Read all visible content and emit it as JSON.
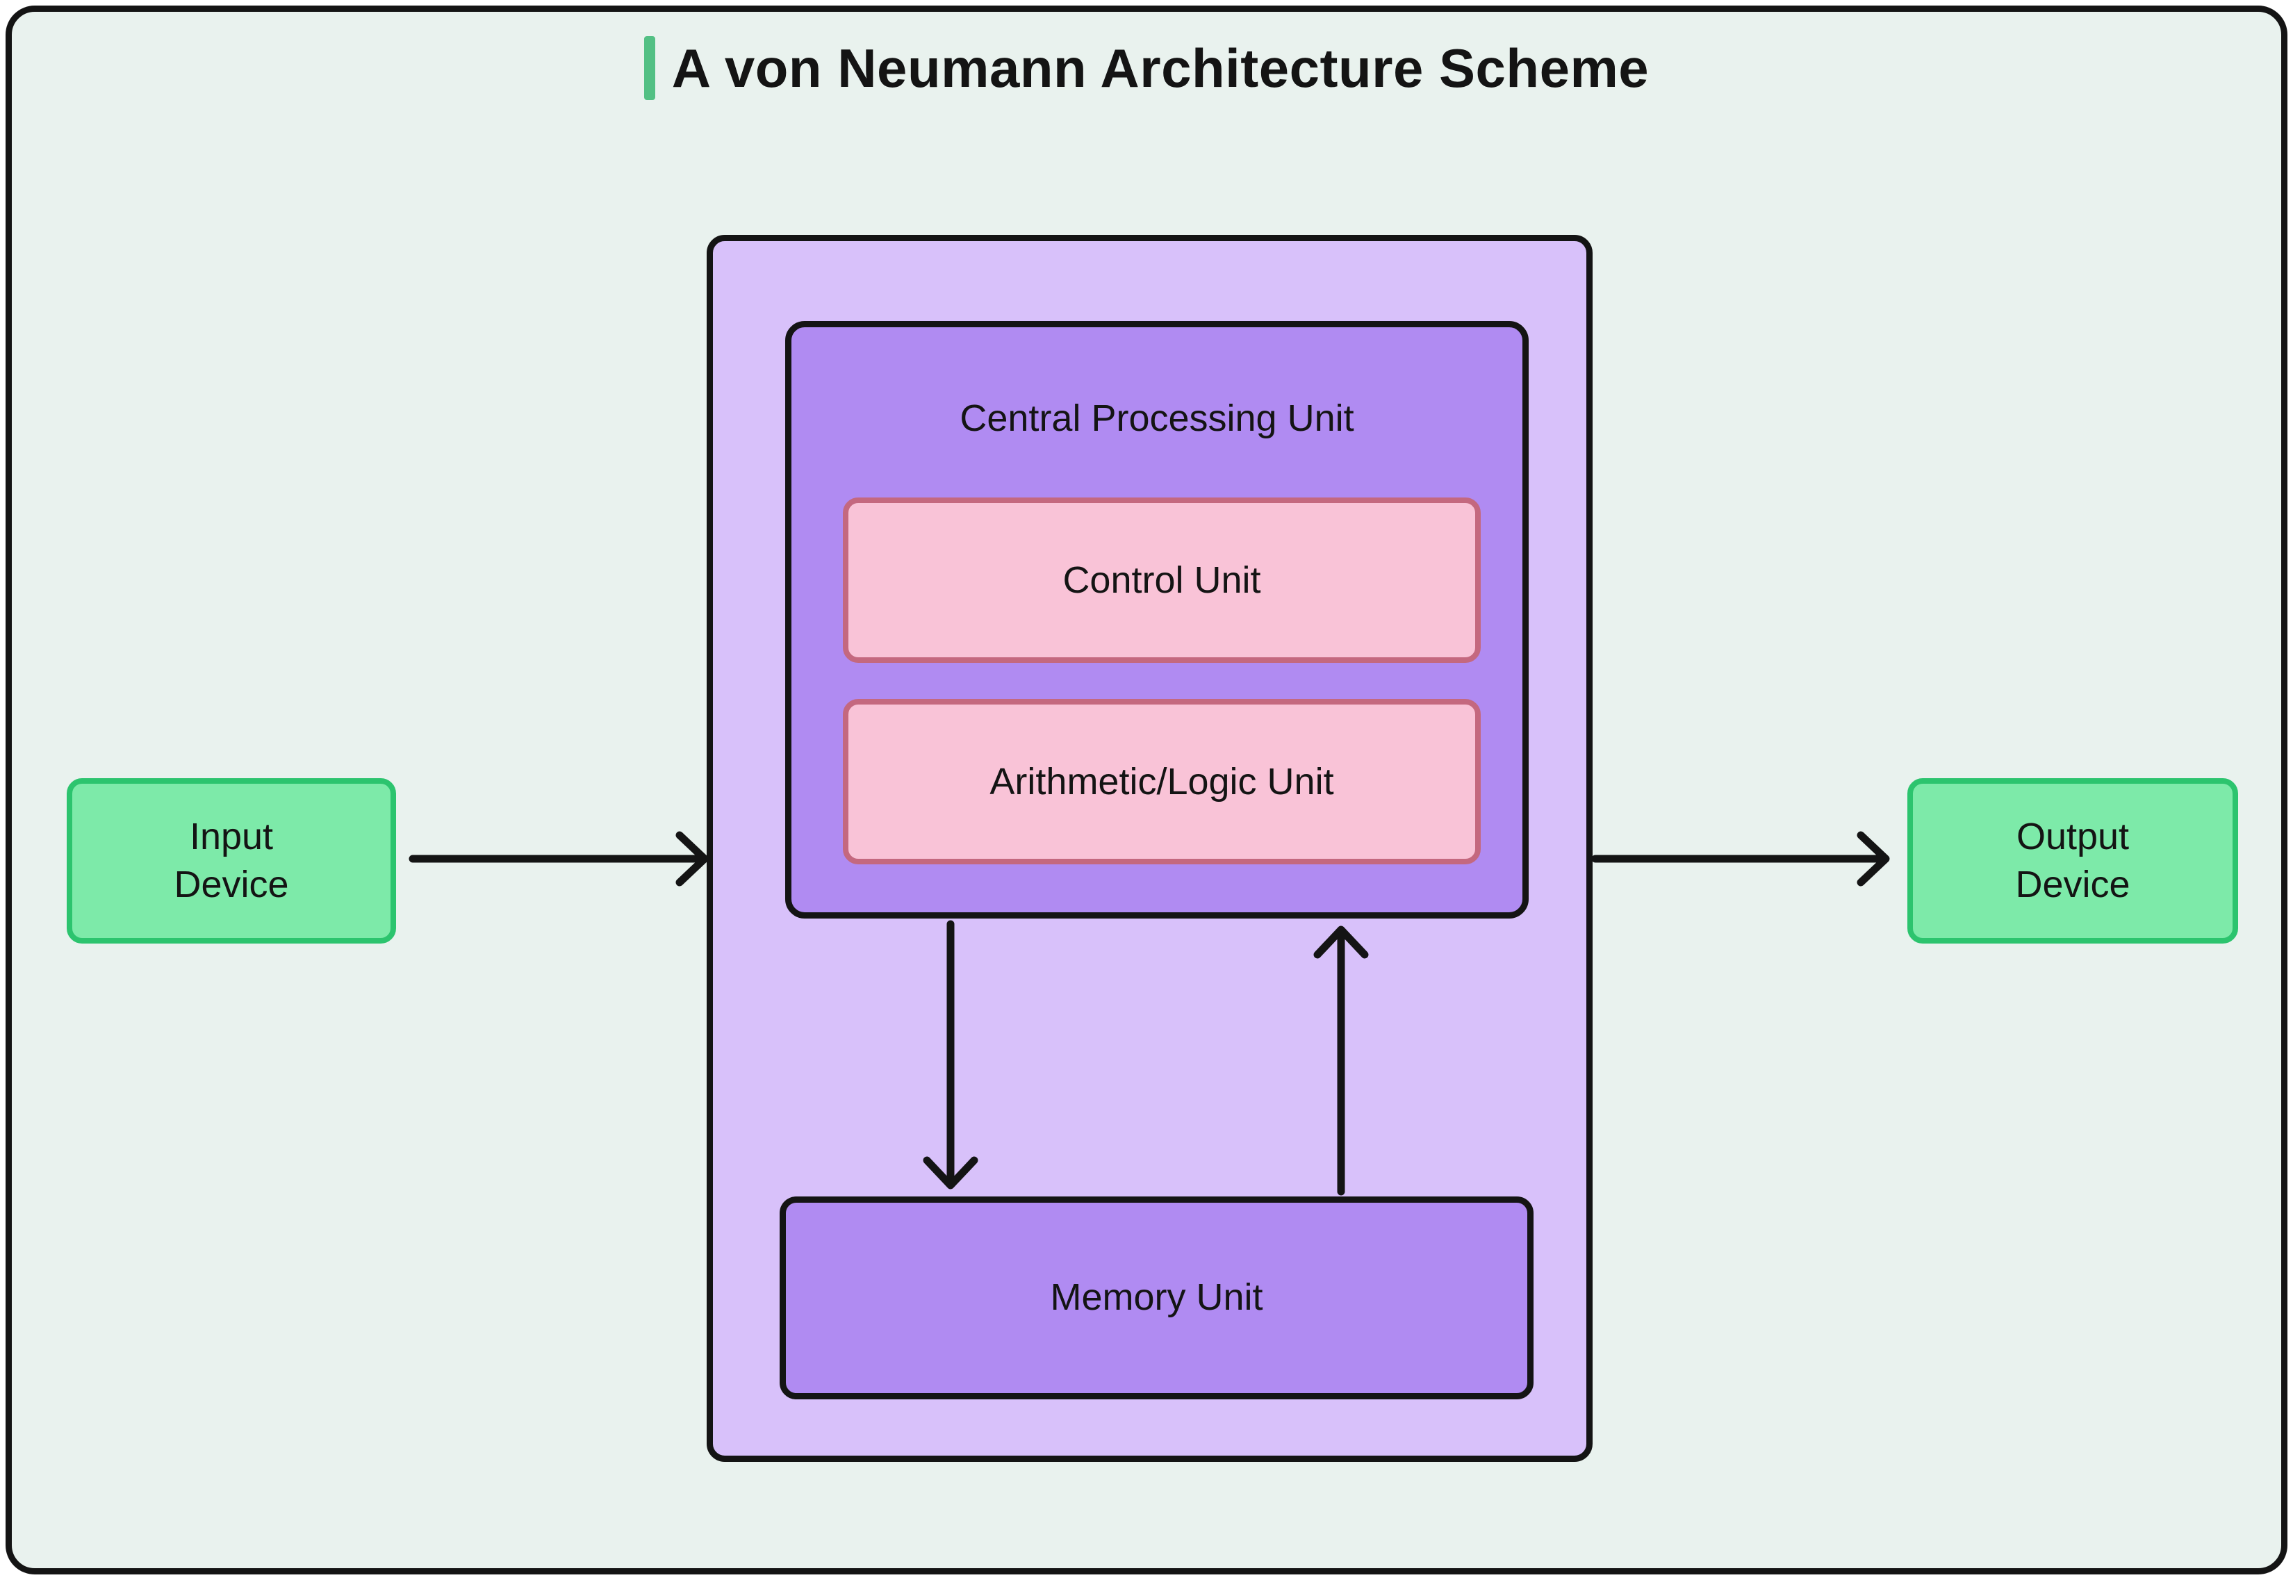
{
  "title": {
    "text": "A von Neumann Architecture Scheme"
  },
  "diagram": {
    "nodes": {
      "input_device": {
        "label": "Input\nDevice"
      },
      "output_device": {
        "label": "Output\nDevice"
      },
      "cpu": {
        "label": "Central Processing Unit"
      },
      "control_unit": {
        "label": "Control Unit"
      },
      "alu": {
        "label": "Arithmetic/Logic Unit"
      },
      "memory_unit": {
        "label": "Memory Unit"
      }
    },
    "edges": [
      {
        "from": "input_device",
        "to": "cpu",
        "direction": "right"
      },
      {
        "from": "cpu",
        "to": "output_device",
        "direction": "right"
      },
      {
        "from": "cpu",
        "to": "memory_unit",
        "direction": "down"
      },
      {
        "from": "memory_unit",
        "to": "cpu",
        "direction": "up"
      }
    ],
    "colors": {
      "page_background": "#ffffff",
      "panel_background": "#e9f2ee",
      "panel_border": "#141414",
      "title_accent": "#53c084",
      "device_fill": "#7deaa9",
      "device_border": "#2cc46e",
      "cpu_container_fill": "#d8c1fa",
      "unit_fill": "#b08bf2",
      "unit_border": "#141414",
      "inner_unit_fill": "#f9c3d7",
      "inner_unit_border": "#c4687f",
      "arrow": "#141414",
      "text": "#141414"
    }
  }
}
